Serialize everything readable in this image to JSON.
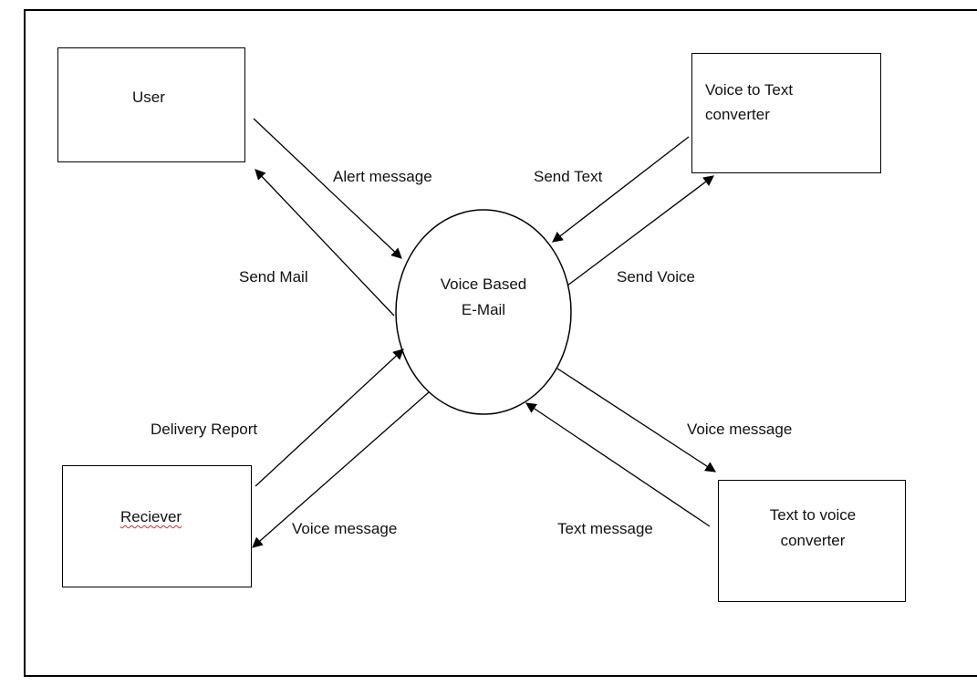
{
  "entities": {
    "user": "User",
    "voice_to_text": [
      "Voice to Text",
      "converter"
    ],
    "receiver": "Reciever",
    "text_to_voice": [
      "Text to voice",
      "converter"
    ]
  },
  "process": [
    "Voice Based",
    "E-Mail"
  ],
  "flows": {
    "alert_message": "Alert message",
    "send_mail": "Send Mail",
    "send_text": "Send Text",
    "send_voice": "Send Voice",
    "delivery_report": "Delivery Report",
    "voice_message_left": "Voice message",
    "voice_message_right": "Voice message",
    "text_message": "Text message"
  },
  "colors": {
    "spellcheck_underline": "#d42a2a"
  }
}
